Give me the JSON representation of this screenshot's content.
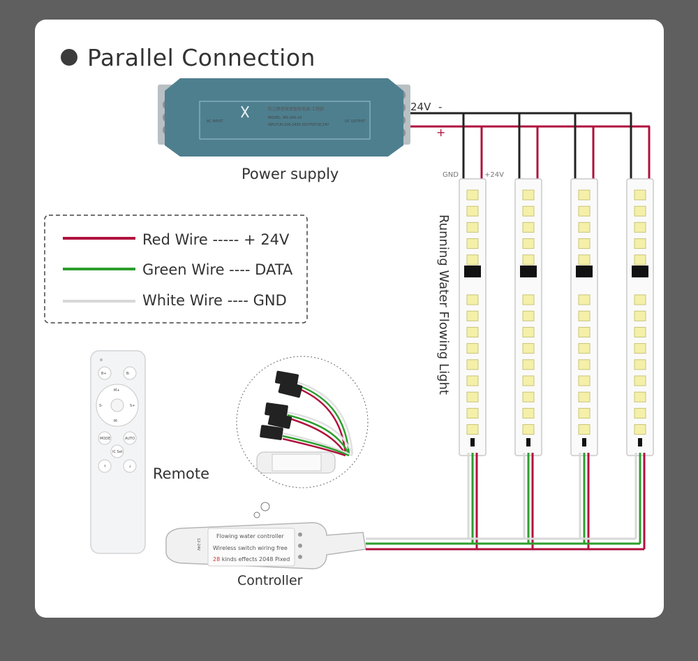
{
  "title": "Parallel Connection",
  "power_supply": {
    "label": "Power supply",
    "voltage": "24V",
    "minus": "-",
    "plus": "+",
    "panel_line1": "防尘静音家居智能电源-工程款",
    "panel_line2": "MODEL: MS-200-24",
    "panel_line3": "INPUT:AC100-240V  OUTPUT:DC24V",
    "input_tag": "AC INPUT",
    "output_tag": "DC OUTPUT",
    "body_color": "#4e7f8f"
  },
  "legend": {
    "items": [
      {
        "label": "Red Wire ----- + 24V",
        "color": "#b0123e"
      },
      {
        "label": "Green Wire ---- DATA",
        "color": "#2e9e2e"
      },
      {
        "label": "White Wire ---- GND",
        "color": "#d8d8d8"
      }
    ]
  },
  "strip": {
    "gnd_label": "GND",
    "v24_label": "+24V",
    "vertical_label": "Running Water Flowing Light",
    "count": 4
  },
  "remote": {
    "label": "Remote",
    "buttons": {
      "b_plus": "B+",
      "b_minus": "B-",
      "m_plus": "M+",
      "m_minus": "M-",
      "s_minus": "S-",
      "s_plus": "S+",
      "mode": "MODE",
      "auto": "AUTO",
      "ic_set": "IC Set"
    }
  },
  "controller": {
    "label": "Controller",
    "line1": "Flowing water controller",
    "line2": "Wireless switch wiring free",
    "line3_num": "28",
    "line3_rest": " kinds effects 2048 Pixed",
    "side_text": "12-24V"
  },
  "colors": {
    "red": "#b0123e",
    "black": "#222222",
    "green": "#2e9e2e",
    "white_wire": "#d8d8d8"
  }
}
